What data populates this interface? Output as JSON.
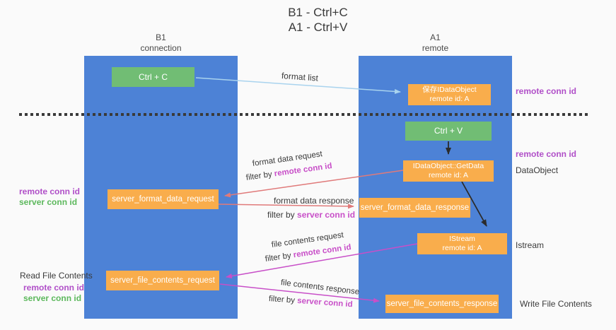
{
  "title": {
    "line1": "B1 - Ctrl+C",
    "line2": "A1 - Ctrl+V"
  },
  "lanes": {
    "left": {
      "name": "B1",
      "role": "connection"
    },
    "right": {
      "name": "A1",
      "role": "remote"
    }
  },
  "nodes": {
    "ctrl_c": "Ctrl + C",
    "ctrl_v": "Ctrl + V",
    "save_dataobject": {
      "line1": "保存IDataObject",
      "line2": "remote id: A"
    },
    "getdata": {
      "line1": "IDataObject::GetData",
      "line2": "remote id: A"
    },
    "istream_box": {
      "line1": "IStream",
      "line2": "remote id: A"
    },
    "format_request": "server_format_data_request",
    "format_response": "server_format_data_response",
    "file_request": "server_file_contents_request",
    "file_response": "server_file_contents_response"
  },
  "edge_labels": {
    "format_list": "format list",
    "format_request": {
      "text": "format data request",
      "filter_prefix": "filter by ",
      "filter_key": "remote conn id"
    },
    "format_response": {
      "text": "format data response",
      "filter_prefix": "filter by ",
      "filter_key": "server conn id"
    },
    "file_request": {
      "text": "file contents request",
      "filter_prefix": "filter by ",
      "filter_key": "remote conn id"
    },
    "file_response": {
      "text": "file contents response",
      "filter_prefix": "filter by ",
      "filter_key": "server conn id"
    }
  },
  "annotations": {
    "right_top_conn_id": "remote conn id",
    "right_mid_conn_id": "remote conn id",
    "dataobject": "DataObject",
    "istream": "Istream",
    "write_file_contents": "Write File Contents",
    "read_file_contents": "Read File Contents",
    "left_mid": {
      "remote": "remote conn id",
      "server": "server conn id"
    },
    "left_bottom": {
      "remote": "remote conn id",
      "server": "server conn id"
    }
  },
  "colors": {
    "lane_blue": "#4d82d6",
    "box_green": "#71bd74",
    "box_orange": "#f9ad4c",
    "arrow_salmon": "#e07a7a",
    "arrow_magenta": "#c84fc8",
    "arrow_lightblue": "#a9d3ee",
    "arrow_black": "#2b2b2b",
    "text_purple": "#b04fc8",
    "text_green": "#5cb85c"
  }
}
